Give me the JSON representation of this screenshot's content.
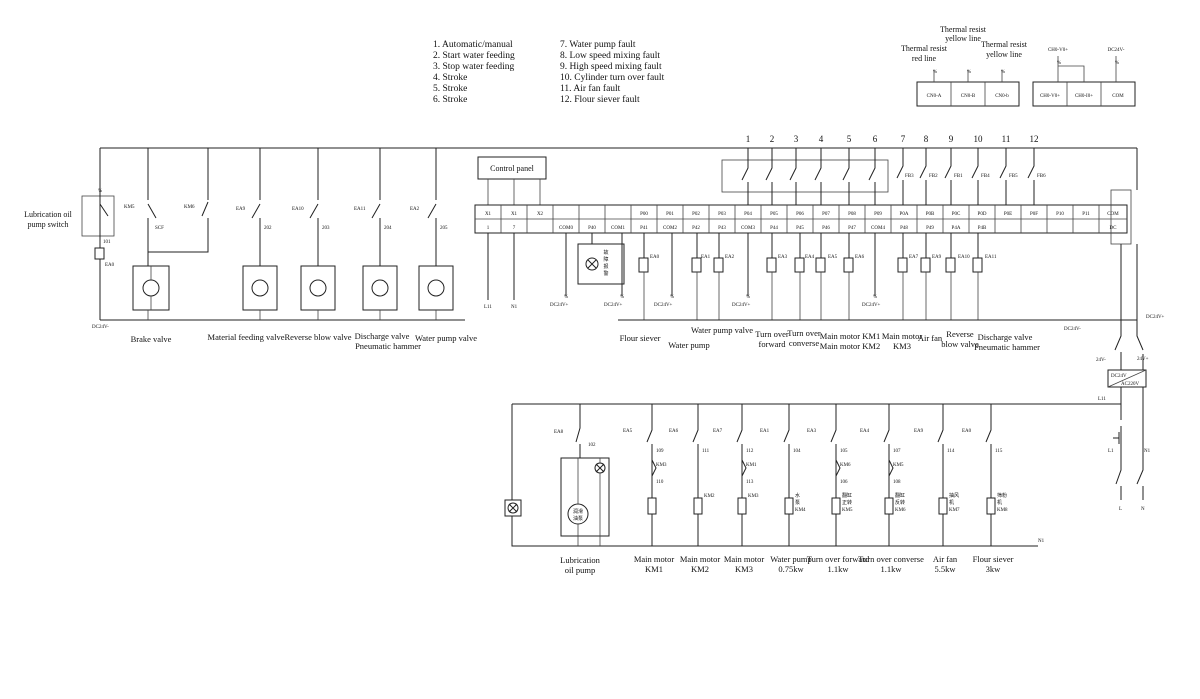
{
  "legend": {
    "left": [
      "1. Automatic/manual",
      "2. Start water feeding",
      "3. Stop water feeding",
      "4. Stroke",
      "5. Stroke",
      "6. Stroke"
    ],
    "right": [
      "7. Water pump fault",
      "8. Low speed mixing fault",
      "9. High speed mixing fault",
      "10. Cylinder turn over fault",
      "11. Air fan fault",
      "12. Flour siever fault"
    ]
  },
  "thermal": {
    "top": [
      "Thermal resist",
      "yellow line"
    ],
    "left": [
      "Thermal resist",
      "red line"
    ],
    "right": [
      "Thermal resist",
      "yellow line"
    ],
    "cells": [
      "CN0-A",
      "CN0-B",
      "CN0-b"
    ],
    "r_top": "CH0-V0+",
    "r_dc": "DC24V-",
    "r_cells": [
      "CH0-V0+",
      "CH0-I0+",
      "COM"
    ]
  },
  "left": {
    "lub_switch": [
      "Lubrication oil",
      "pump switch"
    ],
    "km5": "KM5",
    "km6": "KM6",
    "scf": "SCF",
    "km5_101": "101",
    "ea0": "EA0",
    "dc24": "DC24V-",
    "brake": "Brake valve",
    "valves": [
      {
        "ea": "EA9",
        "num": "202",
        "cap": [
          "Material feeding valve"
        ]
      },
      {
        "ea": "EA10",
        "num": "203",
        "cap": [
          "Reverse blow valve"
        ]
      },
      {
        "ea": "EA11",
        "num": "204",
        "cap": [
          "Discharge valve",
          "Pneumatic hammer"
        ]
      },
      {
        "ea": "EA2",
        "num": "205",
        "cap": [
          "Water pump valve"
        ]
      }
    ]
  },
  "plc": {
    "panel": "Control panel",
    "numbers": [
      "1",
      "2",
      "3",
      "4",
      "5",
      "6",
      "7",
      "8",
      "9",
      "10",
      "11",
      "12"
    ],
    "top_cells": [
      "X1",
      "X1",
      "X2",
      "",
      "",
      "",
      "P00",
      "P01",
      "P02",
      "P03",
      "P04",
      "P05",
      "P06",
      "P07",
      "P08",
      "P09",
      "P0A",
      "P0B",
      "P0C",
      "P0D",
      "P0E",
      "P0F",
      "P10",
      "P11",
      "COM"
    ],
    "bot_cells": [
      "1",
      "7",
      "",
      "COM0",
      "P40",
      "COM1",
      "P41",
      "COM2",
      "P42",
      "P43",
      "COM3",
      "P44",
      "P45",
      "P46",
      "P47",
      "COM4",
      "P48",
      "P49",
      "P4A",
      "P4B",
      "",
      "",
      "",
      "",
      "DC"
    ],
    "fb": [
      "FB3",
      "FB2",
      "FB1",
      "FB4",
      "FB5",
      "FB6"
    ],
    "l11": "L11",
    "n1": "N1",
    "dc_p": "DC24V+",
    "lamp_text": [
      "故",
      "障",
      "报",
      "警"
    ],
    "ea_labels": [
      "EA0",
      "EA1",
      "EA2",
      "EA3",
      "EA4",
      "EA5",
      "EA6",
      "EA7",
      "EA9",
      "EA10",
      "EA11"
    ],
    "captions": [
      [
        "Flour siever"
      ],
      [
        "Water pump valve"
      ],
      [
        "Water pump"
      ],
      [
        "Turn over",
        "forward"
      ],
      [
        "Turn over",
        "converse"
      ],
      [
        "Main motor KM1",
        "Main motor KM2"
      ],
      [
        "Main motor",
        "KM3"
      ],
      [
        "Air fan"
      ],
      [
        "Reverse",
        "blow valve"
      ],
      [
        "Discharge valve",
        "Pneumatic hammer"
      ]
    ],
    "dc_m": "DC24V-"
  },
  "power": {
    "dc24_plus": "DC24V+",
    "v_minus": "24V-",
    "v_plus": "24V+",
    "conv_top": "DC24V",
    "conv_bot": "AC220V",
    "l11": "L11",
    "l1": "L1",
    "n1": "N1",
    "L": "L",
    "N": "N"
  },
  "bottom": {
    "ea8": "EA8",
    "n102": "102",
    "pump_text": [
      "润滑",
      "油泵"
    ],
    "pump_cap": [
      "Lubrication",
      "oil pump"
    ],
    "n1": "N1",
    "branches": [
      {
        "ea": "EA5",
        "nums": [
          "109",
          "110"
        ],
        "aux": "KM3",
        "coil": "",
        "cap": [
          "Main motor",
          "KM1"
        ]
      },
      {
        "ea": "EA6",
        "nums": [
          "111"
        ],
        "aux": "",
        "coil": "KM2",
        "cap": [
          "Main motor",
          "KM2"
        ]
      },
      {
        "ea": "EA7",
        "nums": [
          "112",
          "113"
        ],
        "aux": "KM1",
        "coil": "KM3",
        "cap": [
          "Main motor",
          "KM3"
        ]
      },
      {
        "ea": "EA1",
        "nums": [
          "104"
        ],
        "aux": "",
        "coil": "水 泵 KM4",
        "cap": [
          "Water pump",
          "0.75kw"
        ]
      },
      {
        "ea": "EA3",
        "nums": [
          "105",
          "106"
        ],
        "aux": "KM6",
        "coil": "翻缸 正转 KM5",
        "cap": [
          "Turn over forward",
          "1.1kw"
        ]
      },
      {
        "ea": "EA4",
        "nums": [
          "107",
          "108"
        ],
        "aux": "KM5",
        "coil": "翻缸 反转 KM6",
        "cap": [
          "Turn over converse",
          "1.1kw"
        ]
      },
      {
        "ea": "EA9",
        "nums": [
          "114"
        ],
        "aux": "",
        "coil": "抽风 机 KM7",
        "cap": [
          "Air fan",
          "5.5kw"
        ]
      },
      {
        "ea": "EA0",
        "nums": [
          "115"
        ],
        "aux": "",
        "coil": "筛粉 机 KM8",
        "cap": [
          "Flour siever",
          "3kw"
        ]
      }
    ]
  }
}
